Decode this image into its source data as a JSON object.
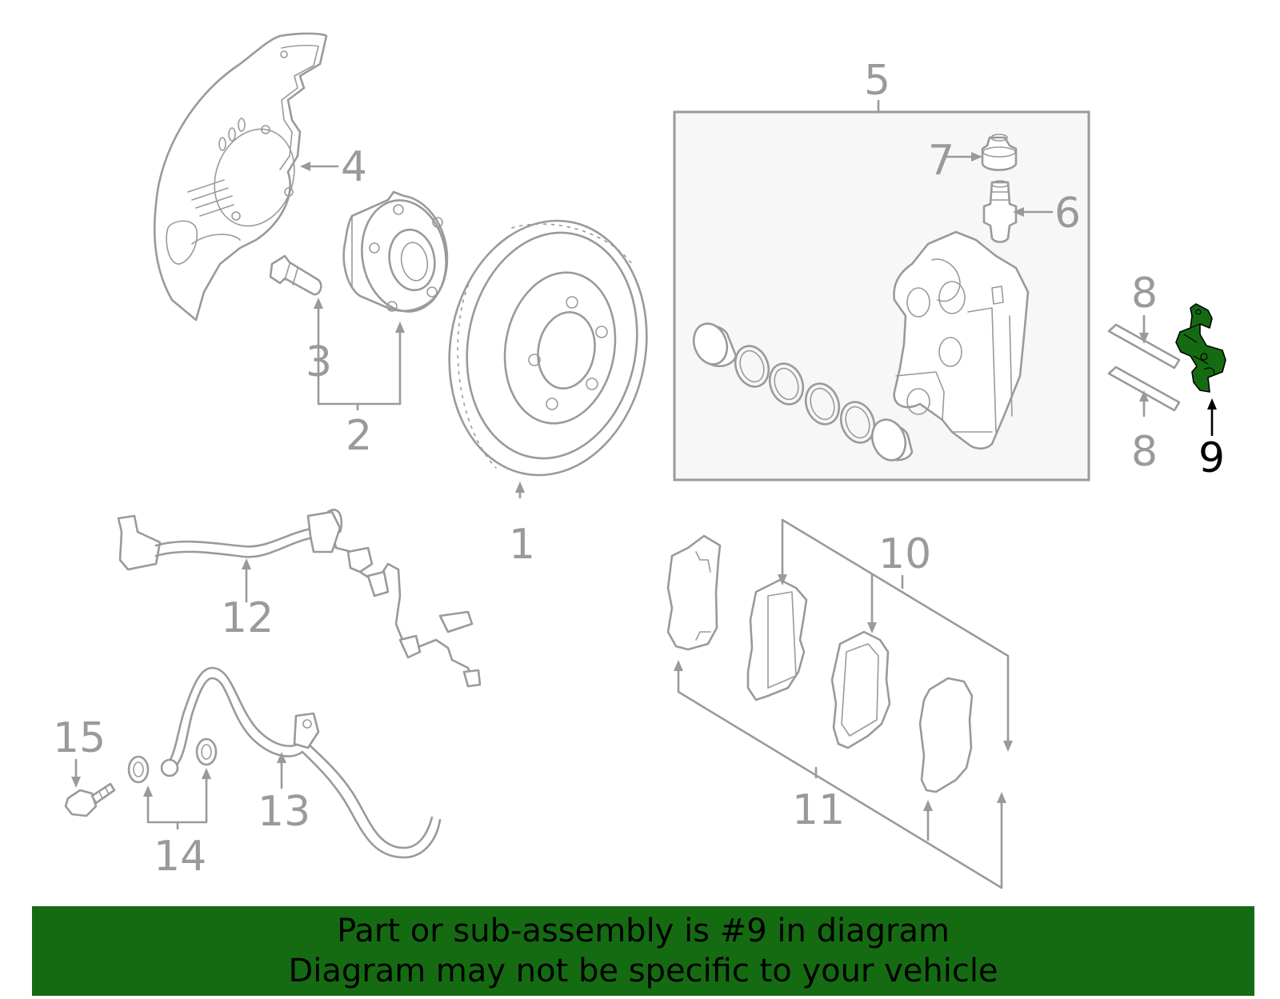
{
  "diagram": {
    "highlight_color": "#156b12",
    "line_color": "#9a9a9a",
    "highlighted_callout": "9",
    "callouts": {
      "c1": "1",
      "c2": "2",
      "c3": "3",
      "c4": "4",
      "c5": "5",
      "c6": "6",
      "c7": "7",
      "c8a": "8",
      "c8b": "8",
      "c9": "9",
      "c10": "10",
      "c11": "11",
      "c12": "12",
      "c13": "13",
      "c14": "14",
      "c15": "15"
    }
  },
  "banner": {
    "line1": "Part or sub-assembly is #9 in diagram",
    "line2": "Diagram may not be specific to your vehicle",
    "background": "#156b12"
  }
}
